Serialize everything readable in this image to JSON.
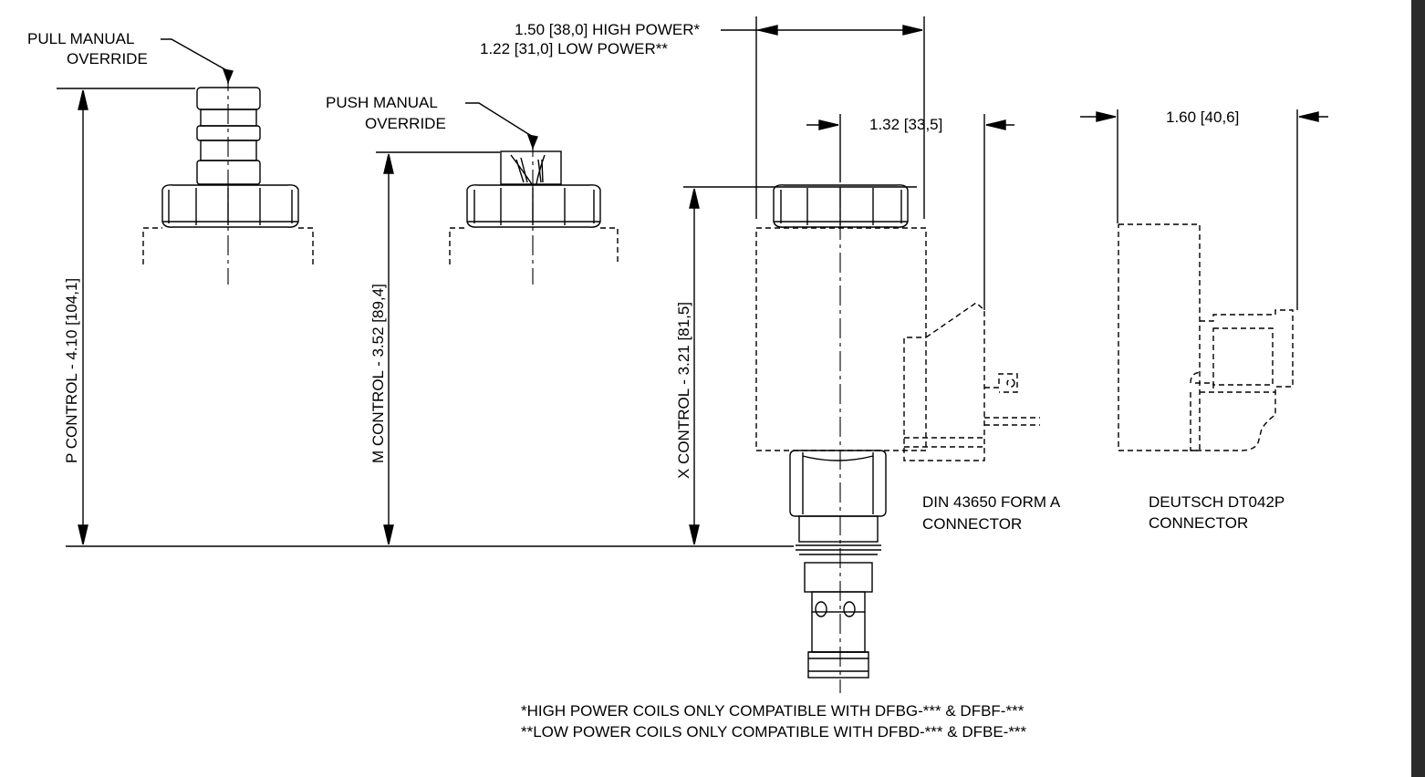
{
  "labels": {
    "pull_override_line1": "PULL MANUAL",
    "pull_override_line2": "OVERRIDE",
    "push_override_line1": "PUSH MANUAL",
    "push_override_line2": "OVERRIDE",
    "coil_width_high": "1.50 [38,0] HIGH POWER*",
    "coil_width_low": "1.22 [31,0] LOW POWER**",
    "din_width": "1.32 [33,5]",
    "deutsch_width": "1.60 [40,6]",
    "p_control": "P CONTROL - 4.10 [104,1]",
    "m_control": "M CONTROL - 3.52 [89,4]",
    "x_control": "X CONTROL - 3.21 [81,5]",
    "din_connector_line1": "DIN 43650 FORM A",
    "din_connector_line2": "CONNECTOR",
    "deutsch_connector_line1": "DEUTSCH DT042P",
    "deutsch_connector_line2": "CONNECTOR",
    "footnote_high": "*HIGH POWER COILS ONLY COMPATIBLE WITH DFBG-*** & DFBF-***",
    "footnote_low": "**LOW POWER COILS ONLY COMPATIBLE WITH DFBD-*** & DFBE-***"
  },
  "colors": {
    "line": "#000000",
    "background": "#ffffff",
    "edge_bar": "#2b2b2b"
  }
}
